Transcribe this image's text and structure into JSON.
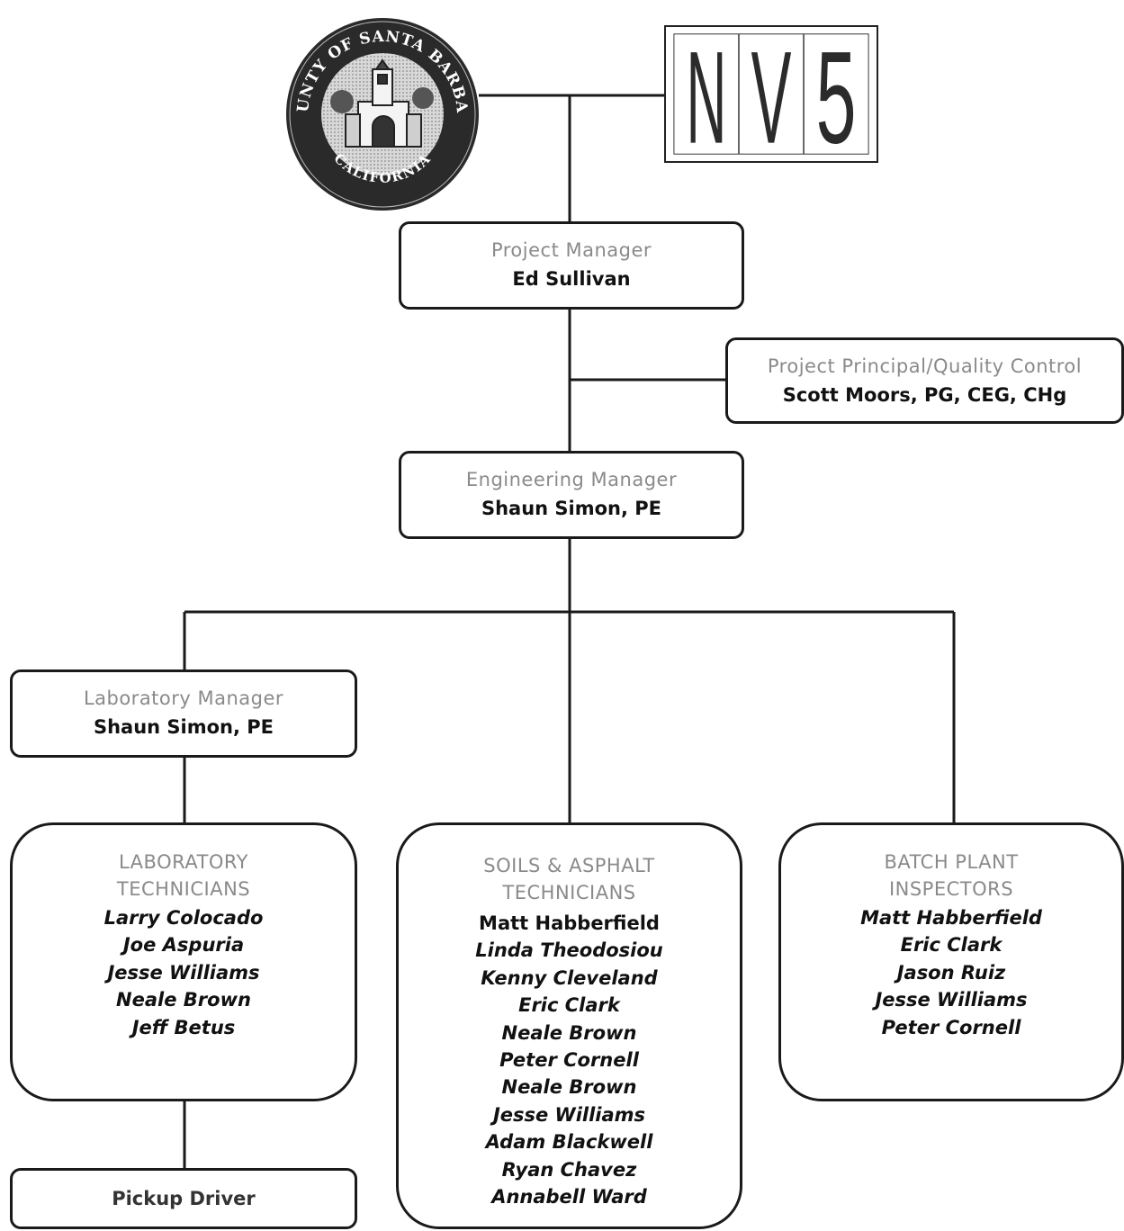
{
  "logos": {
    "county_seal": {
      "top_arc_text": "COUNTY OF SANTA BARBARA",
      "bottom_arc_text": "CALIFORNIA"
    },
    "firm_logo": {
      "letters": [
        "N",
        "V",
        "5"
      ]
    }
  },
  "nodes": {
    "project_manager": {
      "role": "Project Manager",
      "name": "Ed Sullivan"
    },
    "project_principal": {
      "role": "Project Principal/Quality Control",
      "name": "Scott Moors, PG, CEG, CHg"
    },
    "engineering_manager": {
      "role": "Engineering Manager",
      "name": "Shaun Simon, PE"
    },
    "laboratory_manager": {
      "role": "Laboratory Manager",
      "name": "Shaun Simon, PE"
    },
    "pickup_driver": {
      "name": "Pickup Driver"
    }
  },
  "groups": {
    "lab_technicians": {
      "heading": [
        "LABORATORY",
        "TECHNICIANS"
      ],
      "members": [
        "Larry Colocado",
        "Joe Aspuria",
        "Jesse Williams",
        "Neale Brown",
        "Jeff Betus"
      ]
    },
    "soils_asphalt": {
      "heading": [
        "SOILS & ASPHALT",
        "TECHNICIANS"
      ],
      "members": [
        "Matt Habberfield",
        "Linda Theodosiou",
        "Kenny Cleveland",
        "Eric Clark",
        "Neale Brown",
        "Peter Cornell",
        "Neale Brown",
        "Jesse Williams",
        "Adam Blackwell",
        "Ryan Chavez",
        "Annabell Ward"
      ]
    },
    "batch_plant": {
      "heading": [
        "BATCH PLANT",
        "INSPECTORS"
      ],
      "members": [
        "Matt Habberfield",
        "Eric Clark",
        "Jason Ruiz",
        "Jesse Williams",
        "Peter Cornell"
      ]
    }
  }
}
